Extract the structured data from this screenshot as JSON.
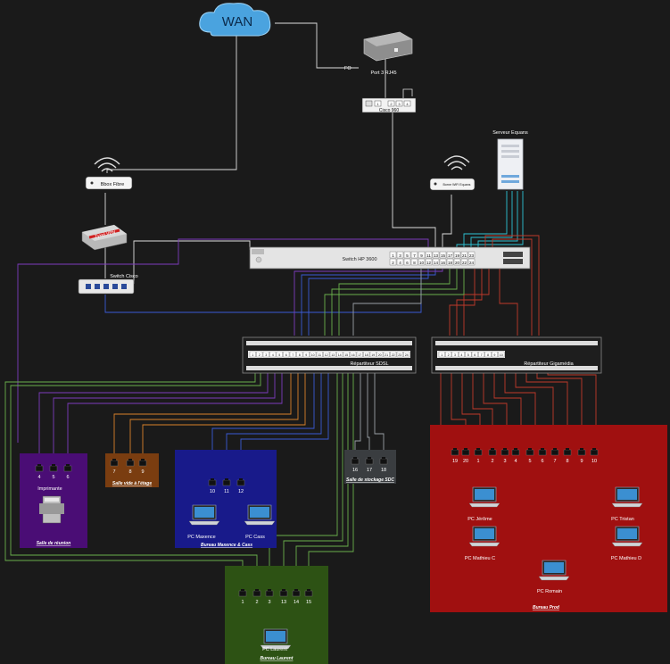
{
  "wan": {
    "label": "WAN"
  },
  "fo": {
    "label": "FO"
  },
  "modem": {
    "label": "Port 3 RJ45"
  },
  "cisco960": {
    "label": "Cisco 960",
    "ports": [
      "1",
      "2",
      "3",
      "4"
    ]
  },
  "bbox": {
    "label": "Bbox Fibre"
  },
  "ap": {
    "label": "Borne WiFi Equans"
  },
  "server": {
    "label": "Serveur Equans"
  },
  "vpn": {
    "label": "Zyxel VPN"
  },
  "switch_cisco": {
    "label": "Switch Cisco"
  },
  "switch_hp": {
    "label": "Switch HP 3600",
    "ports_top": [
      "1",
      "3",
      "5",
      "7",
      "9",
      "11",
      "13",
      "15",
      "17",
      "19",
      "21",
      "23"
    ],
    "ports_bottom": [
      "2",
      "4",
      "6",
      "8",
      "10",
      "12",
      "14",
      "16",
      "18",
      "20",
      "22",
      "24"
    ]
  },
  "sdsl": {
    "label": "Répartiteur SDSL",
    "ports": [
      "1",
      "2",
      "3",
      "4",
      "5",
      "6",
      "7",
      "8",
      "9",
      "10",
      "11",
      "12",
      "13",
      "14",
      "15",
      "16",
      "17",
      "18",
      "19",
      "20",
      "21",
      "22",
      "23",
      "24"
    ]
  },
  "gigamedia": {
    "label": "Répartiteur Gigamédia",
    "ports": [
      "1",
      "2",
      "3",
      "4",
      "5",
      "6",
      "7",
      "8",
      "9",
      "10"
    ]
  },
  "rooms": {
    "reunion": {
      "title": "Salle de réunion",
      "ports": [
        "4",
        "5",
        "6"
      ],
      "printer": "Imprimante"
    },
    "etage": {
      "title": "Salle vide à l'étage",
      "ports": [
        "7",
        "8",
        "9"
      ]
    },
    "maxence": {
      "title": "Bureau Maxence & Cass",
      "ports": [
        "10",
        "11",
        "12"
      ],
      "pc1": "PC Maxence",
      "pc2": "PC Cass"
    },
    "stockage": {
      "title": "Salle de stockage SDC",
      "ports": [
        "16",
        "17",
        "18"
      ]
    },
    "laurent": {
      "title": "Bureau Laurent",
      "ports": [
        "1",
        "2",
        "3",
        "13",
        "14",
        "15"
      ],
      "pc": "PC Laurent"
    },
    "prod": {
      "title": "Bureau Prod",
      "ports": [
        "19",
        "20",
        "1",
        "2",
        "3",
        "4",
        "5",
        "6",
        "7",
        "8",
        "9",
        "10"
      ],
      "pc_jerome": "PC Jérôme",
      "pc_tristan": "PC Tristan",
      "pc_mathieu_c": "PC Mathieu C",
      "pc_mathieu_d": "PC Mathieu D",
      "pc_romain": "PC Romain"
    }
  },
  "colors": {
    "background": "#1a1a1a",
    "reunion": "#4a0d75",
    "etage": "#7a3d10",
    "maxence": "#181a8a",
    "stockage": "#3a3d40",
    "laurent": "#2d5214",
    "prod": "#a01010",
    "cable_red": "#c0392b",
    "cable_green": "#6ab04c",
    "cable_blue": "#3b5bd6",
    "cable_gray": "#9aa0a6",
    "cable_cyan": "#2ec4d6",
    "cable_purple": "#7d3cbd",
    "cable_orange": "#d9822b"
  }
}
